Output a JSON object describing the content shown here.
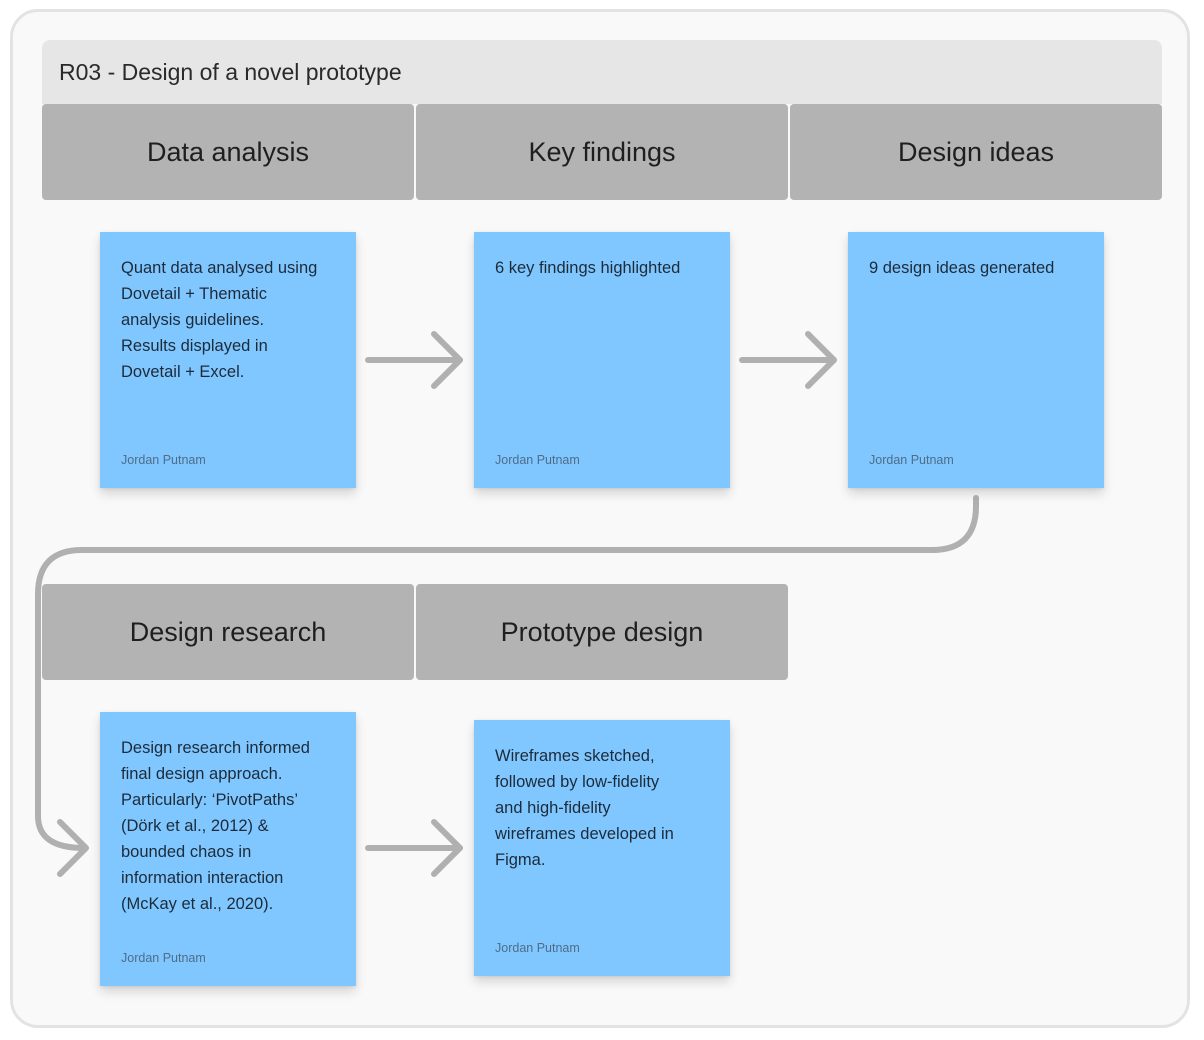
{
  "section": {
    "title": "R03 - Design of a novel prototype"
  },
  "headers": {
    "data_analysis": "Data analysis",
    "key_findings": "Key findings",
    "design_ideas": "Design ideas",
    "design_research": "Design research",
    "prototype_design": "Prototype design"
  },
  "stickies": {
    "data_analysis": {
      "text": "Quant data analysed using\nDovetail + Thematic\nanalysis guidelines.\nResults displayed in\nDovetail + Excel.",
      "author": "Jordan Putnam"
    },
    "key_findings": {
      "text": "6 key findings highlighted",
      "author": "Jordan Putnam"
    },
    "design_ideas": {
      "text": "9 design ideas generated",
      "author": "Jordan Putnam"
    },
    "design_research": {
      "text": "Design research informed\nfinal design approach.\nParticularly: ‘PivotPaths’\n(Dörk et al., 2012) &\nbounded chaos in\ninformation interaction\n(McKay et al., 2020).",
      "author": "Jordan Putnam"
    },
    "prototype_design": {
      "text": "Wireframes sketched,\nfollowed by low-fidelity\nand high-fidelity\nwireframes developed in\nFigma.",
      "author": "Jordan Putnam"
    }
  },
  "colors": {
    "sticky": "#80c7ff",
    "header": "#b3b3b3",
    "section_bar": "#e6e6e6",
    "arrow": "#b0b0b0"
  }
}
